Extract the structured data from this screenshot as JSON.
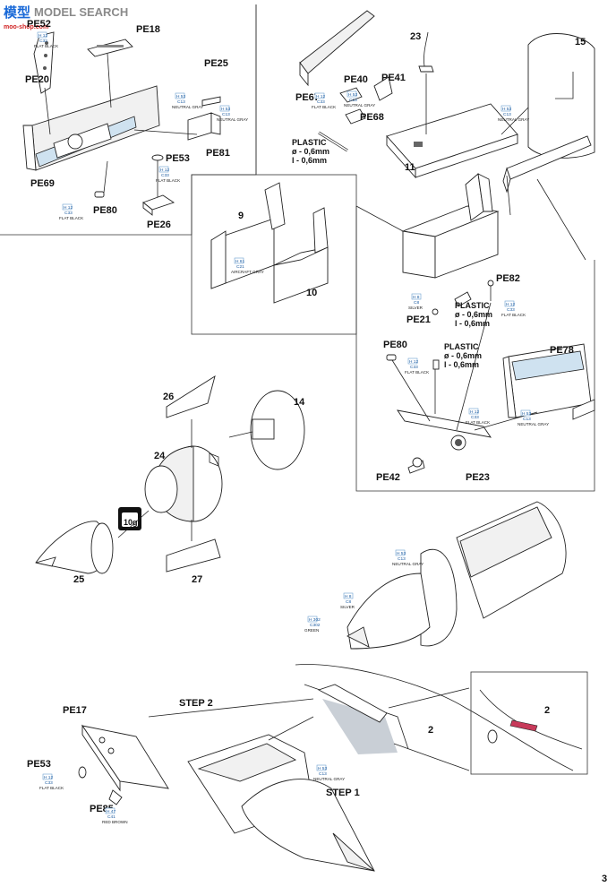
{
  "watermark": {
    "main": "MODEL SEARCH",
    "cjk": "模型",
    "url": "moo-shop.com"
  },
  "page_number": "3",
  "labels": {
    "pe52": "PE52",
    "pe18": "PE18",
    "pe20": "PE20",
    "pe25": "PE25",
    "pe81": "PE81",
    "pe53a": "PE53",
    "pe69": "PE69",
    "pe80a": "PE80",
    "pe26": "PE26",
    "p23": "23",
    "p15": "15",
    "pe40": "PE40",
    "pe41": "PE41",
    "pe67": "PE67",
    "pe68": "PE68",
    "p11": "11",
    "p9": "9",
    "p10": "10",
    "pe82": "PE82",
    "pe21": "PE21",
    "pe80b": "PE80",
    "pe78": "PE78",
    "pe42": "PE42",
    "pe23": "PE23",
    "p26": "26",
    "p14": "14",
    "p24": "24",
    "p25": "25",
    "p27": "27",
    "step2": "STEP 2",
    "step1": "STEP 1",
    "pe17": "PE17",
    "pe53b": "PE53",
    "pe85": "PE85",
    "p2a": "2",
    "p2b": "2"
  },
  "weight_badge": "10g",
  "plastic_rods": [
    {
      "title": "PLASTIC",
      "dia": "ø - 0,6mm",
      "len": "l - 0,6mm"
    },
    {
      "title": "PLASTIC",
      "dia": "ø - 0,6mm",
      "len": "l - 0,6mm"
    },
    {
      "title": "PLASTIC",
      "dia": "ø - 0,6mm",
      "len": "l - 0,6mm"
    }
  ],
  "paint_callouts": [
    {
      "h": "H 12",
      "c": "C33",
      "name": "FLAT BLACK"
    },
    {
      "h": "H 53",
      "c": "C13",
      "name": "NEUTRAL GRAY"
    },
    {
      "h": "H 53",
      "c": "C13",
      "name": "NEUTRAL GRAY"
    },
    {
      "h": "H 12",
      "c": "C33",
      "name": "FLAT BLACK"
    },
    {
      "h": "H 12",
      "c": "C33",
      "name": "FLAT BLACK"
    },
    {
      "h": "H 12",
      "c": "C33",
      "name": "FLAT BLACK"
    },
    {
      "h": "H 53",
      "c": "C13",
      "name": "NEUTRAL GRAY"
    },
    {
      "h": "H 53",
      "c": "C13",
      "name": "NEUTRAL GRAY"
    },
    {
      "h": "H 61",
      "c": "C21",
      "name": "AIRCRAFT GRAY"
    },
    {
      "h": "H 8",
      "c": "C8",
      "name": "SILVER"
    },
    {
      "h": "H 12",
      "c": "C33",
      "name": "FLAT BLACK"
    },
    {
      "h": "H 12",
      "c": "C33",
      "name": "FLAT BLACK"
    },
    {
      "h": "H 12",
      "c": "C33",
      "name": "FLAT BLACK"
    },
    {
      "h": "H 53",
      "c": "C13",
      "name": "NEUTRAL GRAY"
    },
    {
      "h": "H 53",
      "c": "C13",
      "name": "NEUTRAL GRAY"
    },
    {
      "h": "H 8",
      "c": "C8",
      "name": "SILVER"
    },
    {
      "h": "H 302",
      "c": "C302",
      "name": "GREEN"
    },
    {
      "h": "H 12",
      "c": "C33",
      "name": "FLAT BLACK"
    },
    {
      "h": "H 47",
      "c": "C41",
      "name": "RED BROWN"
    },
    {
      "h": "H 53",
      "c": "C13",
      "name": "NEUTRAL GRAY"
    }
  ]
}
